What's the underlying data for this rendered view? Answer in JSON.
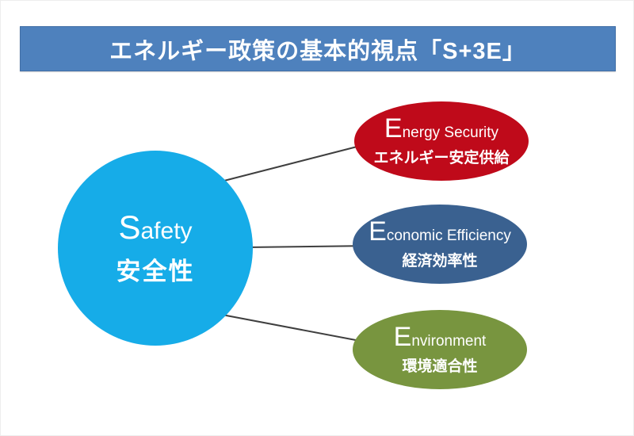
{
  "header": {
    "title": "エネルギー政策の基本的視点「S+3E」",
    "bg_color": "#4E81BD",
    "text_color": "#FFFFFF"
  },
  "diagram": {
    "connector_color": "#3F3F3F",
    "center_node": {
      "id": "safety",
      "label_en_initial": "S",
      "label_en_rest": "afety",
      "label_jp": "安全性",
      "color": "#16ACE8"
    },
    "nodes": [
      {
        "id": "energy-security",
        "label_en_initial": "E",
        "label_en_rest": "nergy Security",
        "label_jp": "エネルギー安定供給",
        "color": "#BF0A1A"
      },
      {
        "id": "economic-efficiency",
        "label_en_initial": "E",
        "label_en_rest": "conomic Efficiency",
        "label_jp": "経済効率性",
        "color": "#3A6190"
      },
      {
        "id": "environment",
        "label_en_initial": "E",
        "label_en_rest": "nvironment",
        "label_jp": "環境適合性",
        "color": "#78953F"
      }
    ]
  }
}
